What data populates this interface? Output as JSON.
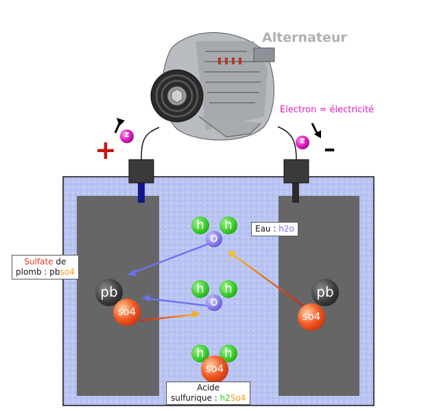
{
  "alternator": {
    "title": "Alternateur"
  },
  "electron_label": "Electron = électricité",
  "terminals": {
    "positive": "+",
    "negative": "–"
  },
  "electron_symbol": "z",
  "atoms": {
    "hydrogen": "h",
    "oxygen": "o",
    "lead": "pb",
    "sulfate": "so4"
  },
  "labels": {
    "water": {
      "prefix": "Eau : ",
      "formula": "h2o"
    },
    "lead_sulfate": {
      "word1": "Sulfate",
      "word2": " de",
      "line2_prefix": "plomb : ",
      "formula_pb": "pb",
      "formula_so4": "so4"
    },
    "sulfuric_acid": {
      "line1": "Acide",
      "line2_prefix": "sulfurique : ",
      "formula_h2": "h2",
      "formula_so4": "So4"
    }
  },
  "colors": {
    "hydrogen": "#2fc41f",
    "oxygen": "#7a6ee6",
    "lead": "#3a3a3a",
    "sulfate": "#e8371a",
    "electron": "#e21cbf",
    "positive": "#cc1111",
    "electrolyte": "#b7c3f2",
    "plate": "#666666"
  }
}
